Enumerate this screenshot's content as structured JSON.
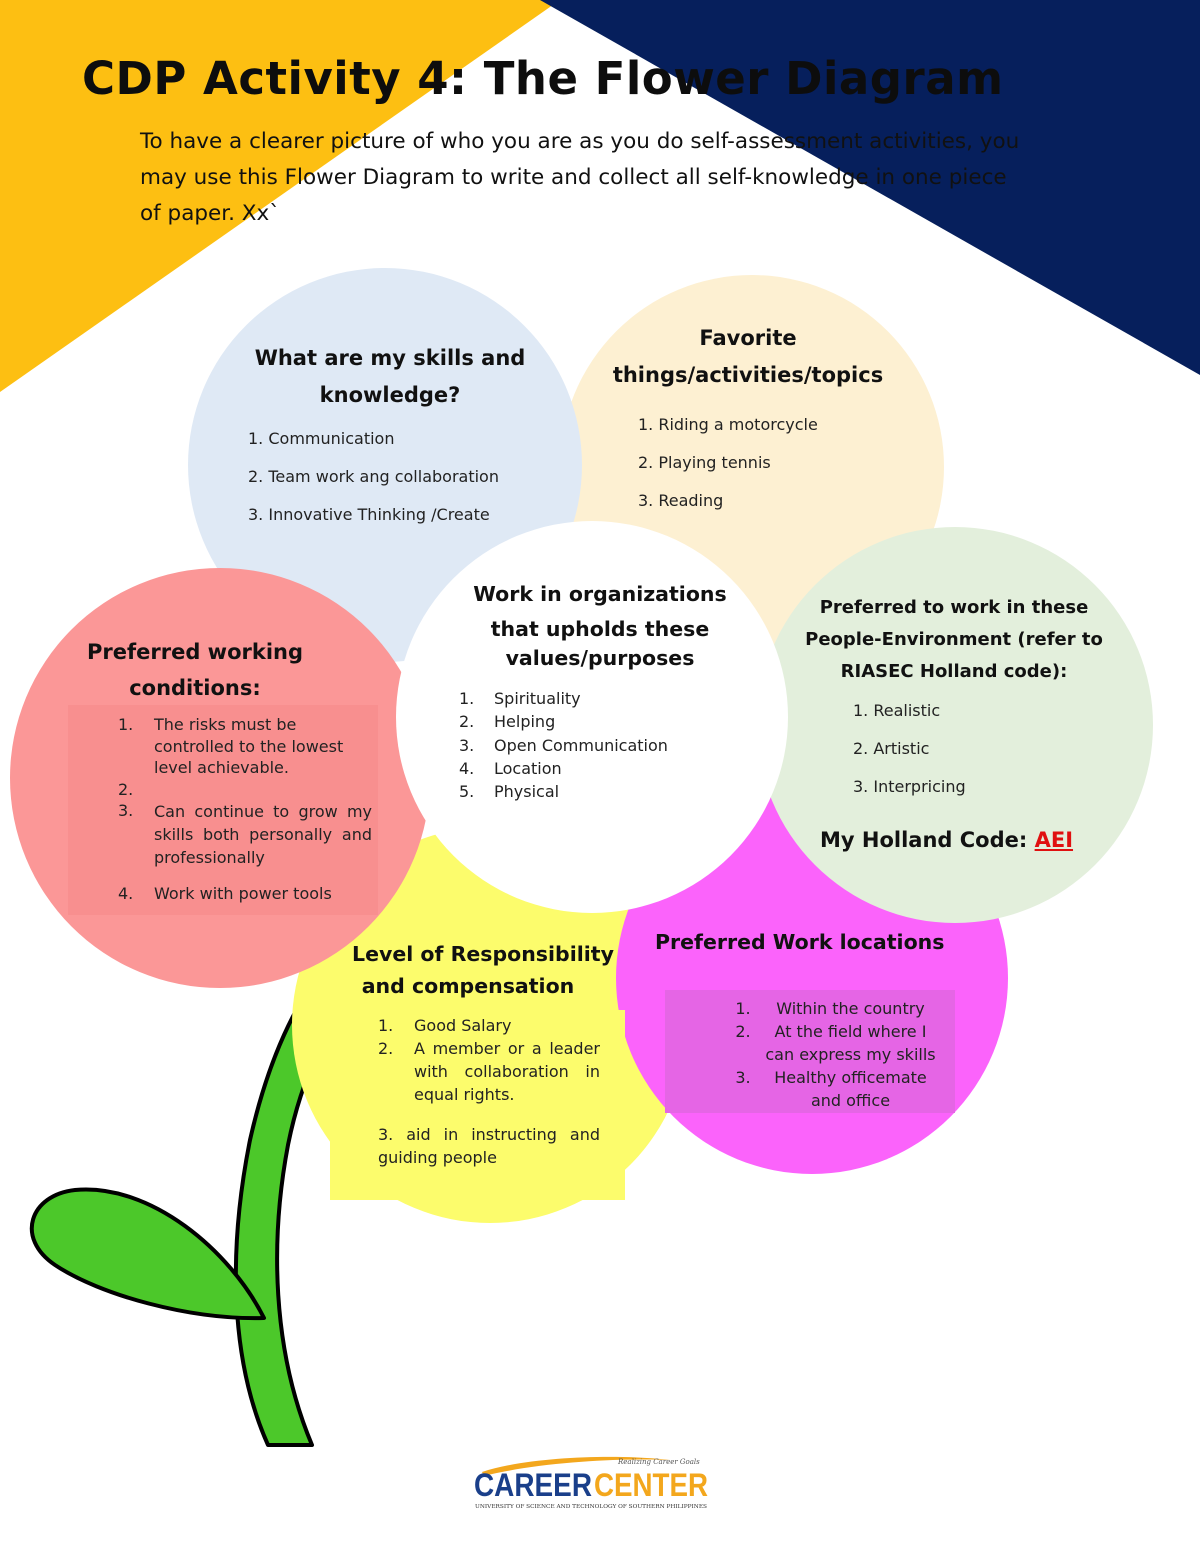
{
  "title": "CDP Activity 4: The Flower Diagram",
  "intro": "To have a clearer picture of who you are as you do self-assessment activities, you may use this Flower Diagram to write and collect all self-knowledge in one piece of paper.  Xx`",
  "colors": {
    "banner_left": "#fdbf12",
    "banner_right": "#061f5c",
    "skills_petal": "#dfe9f5",
    "favorites_petal": "#fdf0d2",
    "riasec_petal": "#e3efdc",
    "locations_petal": "#fb63fb",
    "responsibility_petal": "#fcfc6c",
    "conditions_petal": "#fb9797",
    "center": "#ffffff",
    "stem": "#4cc82a",
    "holland_code": "#e01010",
    "logo_blue": "#1a3f8a",
    "logo_orange": "#f3a71d"
  },
  "petals": {
    "skills": {
      "heading_line1": "What are my skills and",
      "heading_line2": "knowledge?",
      "items": [
        "1. Communication",
        "2. Team work ang collaboration",
        "3. Innovative Thinking /Create"
      ]
    },
    "favorites": {
      "heading_line1": "Favorite",
      "heading_line2": "things/activities/topics",
      "items": [
        "1. Riding a motorcycle",
        "2. Playing tennis",
        "3. Reading"
      ]
    },
    "riasec": {
      "heading_line1": "Preferred to work in these",
      "heading_line2": "People-Environment (refer to",
      "heading_line3": "RIASEC Holland code):",
      "items": [
        "1. Realistic",
        "2. Artistic",
        "3. Interpricing"
      ],
      "holland_label": "My Holland Code: ",
      "holland_value": "AEI"
    },
    "center": {
      "heading_line1": "Work in organizations",
      "heading_line2": "that upholds these",
      "heading_line3": "values/purposes",
      "items": [
        {
          "num": "1.",
          "text": "Spirituality"
        },
        {
          "num": "2.",
          "text": "Helping"
        },
        {
          "num": "3.",
          "text": "Open Communication"
        },
        {
          "num": "4.",
          "text": "Location"
        },
        {
          "num": "5.",
          "text": "Physical"
        }
      ]
    },
    "conditions": {
      "heading_line1": "Preferred working",
      "heading_line2": "conditions:",
      "items": [
        {
          "num": "1.",
          "text": "The risks must be controlled to the lowest level achievable."
        },
        {
          "num": "2.",
          "text": ""
        },
        {
          "num": "3.",
          "text": "Can continue to grow my skills both personally and professionally"
        },
        {
          "num": "4.",
          "text": "Work with power tools"
        }
      ]
    },
    "responsibility": {
      "heading_line1": "Level of Responsibility",
      "heading_line2": "and compensation",
      "items": [
        {
          "num": "1.",
          "text": "Good Salary"
        },
        {
          "num": "2.",
          "text": "A member or a leader with collaboration in equal rights."
        }
      ],
      "extra": "3. aid in instructing and guiding people"
    },
    "locations": {
      "heading": "Preferred Work locations",
      "items": [
        {
          "num": "1.",
          "text": "Within the country"
        },
        {
          "num": "2.",
          "text": "At the field where I can express my skills"
        },
        {
          "num": "3.",
          "text": "Healthy officemate and office"
        }
      ]
    }
  },
  "logo": {
    "text_career": "CAREER",
    "text_center": "CENTER",
    "tagline": "Realizing Career Goals",
    "subtitle": "UNIVERSITY OF SCIENCE AND TECHNOLOGY OF SOUTHERN PHILIPPINES"
  }
}
